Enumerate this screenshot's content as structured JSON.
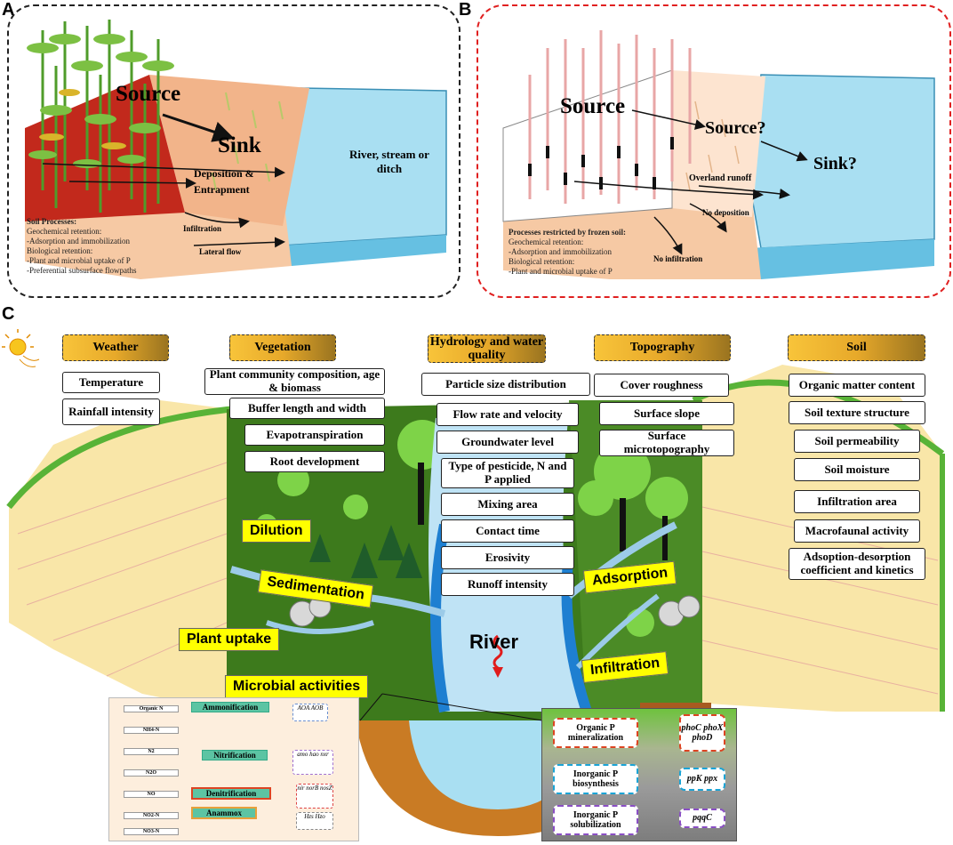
{
  "panels": {
    "a": "A",
    "b": "B",
    "c": "C"
  },
  "panel_a": {
    "source": "Source",
    "sink": "Sink",
    "river": "River, stream or ditch",
    "deposition": "Deposition &",
    "entrapment": "Entrapment",
    "infiltration": "Infiltration",
    "lateral_flow": "Lateral flow",
    "soil_processes": [
      "Soil Processes:",
      "Geochemical retention:",
      "-Adsorption and immobilization",
      "Biological retention:",
      "-Plant and microbial uptake of P",
      "-Preferential subsurface flowpaths"
    ]
  },
  "panel_b": {
    "source": "Source",
    "source_q": "Source?",
    "sink_q": "Sink?",
    "overland": "Overland runoff",
    "no_deposition": "No deposition",
    "no_infiltration": "No infiltration",
    "processes": [
      "Processes restricted by frozen soil:",
      "Geochemical retention:",
      "-Adsorption and immobilization",
      "Biological retention:",
      "-Plant and microbial uptake of P"
    ]
  },
  "headers": {
    "weather": "Weather",
    "vegetation": "Vegetation",
    "hydrology": "Hydrology and water quality",
    "topography": "Topography",
    "soil": "Soil"
  },
  "weather_items": [
    "Temperature",
    "Rainfall intensity"
  ],
  "vegetation_items": [
    "Plant community composition, age & biomass",
    "Buffer length and width",
    "Evapotranspiration",
    "Root development"
  ],
  "hydrology_items": [
    "Particle size distribution",
    "Flow rate and velocity",
    "Groundwater level",
    "Type of pesticide, N and P applied",
    "Mixing area",
    "Contact time",
    "Erosivity",
    "Runoff intensity"
  ],
  "topography_items": [
    "Cover roughness",
    "Surface slope",
    "Surface microtopography"
  ],
  "soil_items": [
    "Organic matter content",
    "Soil texture structure",
    "Soil permeability",
    "Soil moisture",
    "Infiltration area",
    "Macrofaunal activity",
    "Adsoption-desorption coefficient and kinetics"
  ],
  "process_labels": {
    "dilution": "Dilution",
    "sedimentation": "Sedimentation",
    "plant_uptake": "Plant uptake",
    "microbial": "Microbial activities",
    "adsorption": "Adsorption",
    "infiltration": "Infiltration",
    "river": "River"
  },
  "n_cycle": {
    "species": [
      "Organic N",
      "NH4-N",
      "N2",
      "N2O",
      "NO",
      "NO2-N",
      "NO3-N"
    ],
    "processes": [
      "Ammonification",
      "Nitrification",
      "Denitrification",
      "Anammox"
    ],
    "genes": [
      "AOA AOB",
      "amo hao nxr",
      "nir norB nosZ",
      "Hzs Hzo"
    ]
  },
  "p_cycle": {
    "processes": [
      "Organic P mineralization",
      "Inorganic P biosynthesis",
      "Inorganic P solubilization"
    ],
    "genes": [
      "phoC phoX phoD",
      "ppK ppx",
      "pqqC"
    ]
  },
  "colors": {
    "yellow_label": "#ffff00",
    "header_gold": "#e7a92a",
    "river": "#bfe3f5",
    "grass": "#3d7a1c",
    "panel_b_border": "#e02020"
  }
}
